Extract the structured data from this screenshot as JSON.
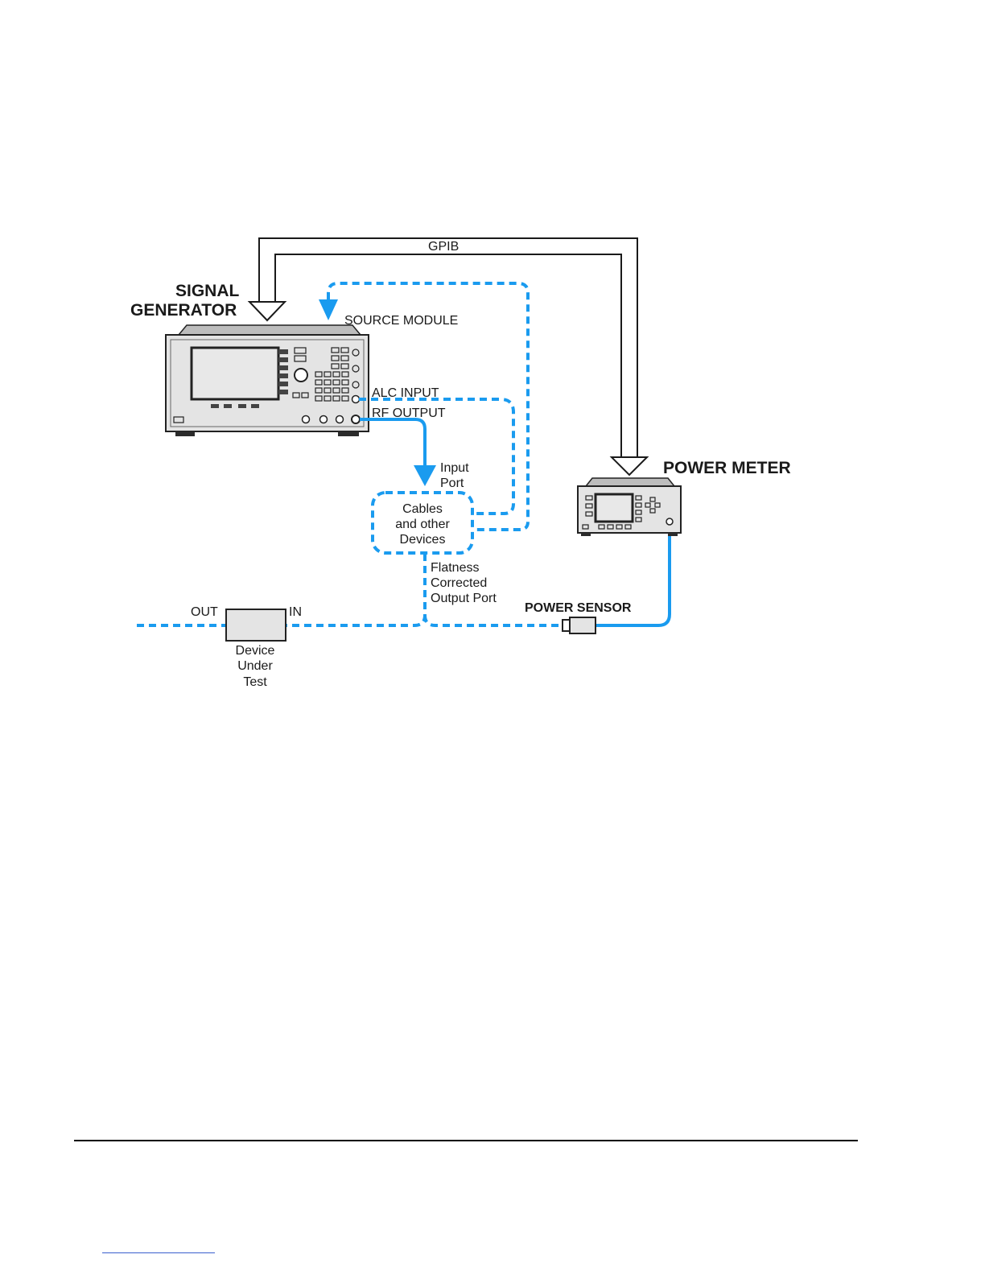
{
  "diagram": {
    "labels": {
      "gpib": "GPIB",
      "signal_generator_line1": "SIGNAL",
      "signal_generator_line2": "GENERATOR",
      "source_module": "SOURCE MODULE",
      "alc_input": "ALC INPUT",
      "rf_output": "RF OUTPUT",
      "input_port_line1": "Input",
      "input_port_line2": "Port",
      "cables_line1": "Cables",
      "cables_line2": "and other",
      "cables_line3": "Devices",
      "flatness_line1": "Flatness",
      "flatness_line2": "Corrected",
      "flatness_line3": "Output Port",
      "power_meter": "POWER METER",
      "power_sensor": "POWER SENSOR",
      "dut_out": "OUT",
      "dut_in": "IN",
      "dut_line1": "Device",
      "dut_line2": "Under",
      "dut_line3": "Test"
    },
    "colors": {
      "cable": "#1a9bef",
      "instrument_body": "#e4e4e4",
      "instrument_dark": "#2b2b2b",
      "text": "#1a1a1a"
    }
  }
}
